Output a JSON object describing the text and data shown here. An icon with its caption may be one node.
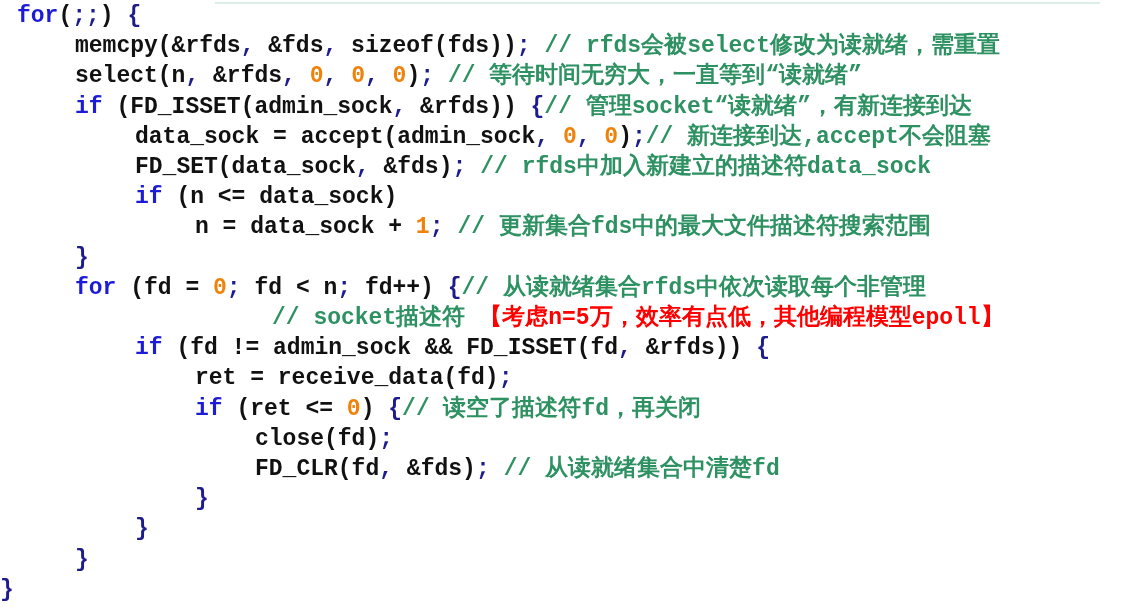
{
  "diagram": {
    "labels": [
      "for(;;) {",
      "memcpy(&rfds, &fds, sizeof(fds));",
      "// rfds会被select修改为读就绪，需重置",
      "select(n, &rfds, 0, 0, 0);",
      "// 等待时间无穷大，一直等到“读就绪”",
      "if (FD_ISSET(admin_sock, &rfds)) {",
      "// 管理socket“读就绪”，有新连接到达",
      "data_sock = accept(admin_sock, 0, 0);",
      "// 新连接到达,accept不会阻塞",
      "FD_SET(data_sock, &fds);",
      "// rfds中加入新建立的描述符data_sock",
      "if (n <= data_sock)",
      "n = data_sock + 1;",
      "// 更新集合fds中的最大文件描述符搜索范围",
      "}",
      "for (fd = 0; fd < n; fd++) {",
      "// 从读就绪集合rfds中依次读取每个非管理",
      "// socket描述符",
      "【考虑n=5万，效率有点低，其他编程模型epoll】",
      "if (fd != admin_sock && FD_ISSET(fd, &rfds)) {",
      "ret = receive_data(fd);",
      "if (ret <= 0) {",
      "// 读空了描述符fd，再关闭",
      "close(fd);",
      "FD_CLR(fd, &fds);",
      "// 从读就绪集合中清楚fd",
      "}",
      "}",
      "}",
      "}"
    ]
  }
}
